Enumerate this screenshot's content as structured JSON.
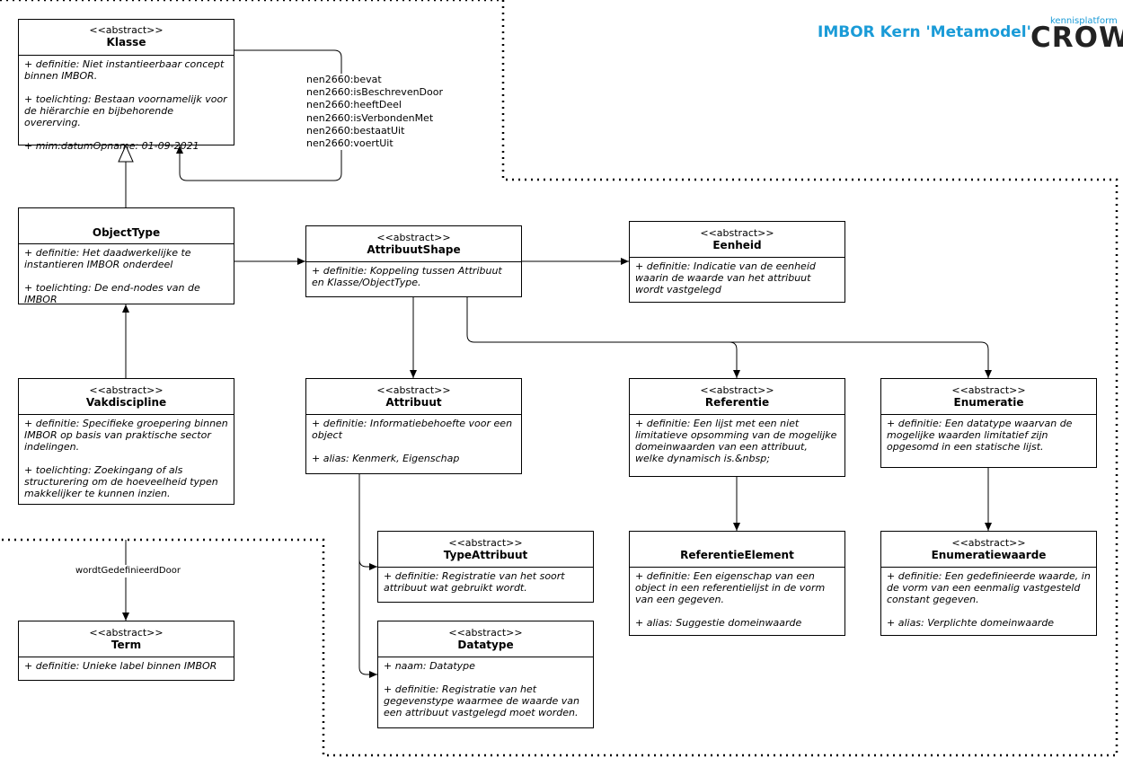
{
  "header": {
    "title": "IMBOR Kern 'Metamodel'",
    "logo_top": "kennisplatform",
    "logo_main": "CROW",
    "accent_color": "#1a9bd7"
  },
  "classes": {
    "klasse": {
      "stereotype": "<<abstract>>",
      "name": "Klasse",
      "attributes": [
        "+ definitie: Niet instantieerbaar concept binnen IMBOR.",
        "+ toelichting: Bestaan voornamelijk voor de hiërarchie en bijbehorende overerving.",
        "+ mim:datumOpname: 01-09-2021"
      ]
    },
    "objecttype": {
      "stereotype": "",
      "name": "ObjectType",
      "attributes": [
        "+ definitie: Het daadwerkelijke te instantieren IMBOR onderdeel",
        "+ toelichting: De end-nodes van de IMBOR"
      ]
    },
    "vakdiscipline": {
      "stereotype": "<<abstract>>",
      "name": "Vakdiscipline",
      "attributes": [
        "+ definitie: Specifieke groepering binnen IMBOR op basis van praktische sector indelingen.",
        "+ toelichting: Zoekingang of als structurering om de hoeveelheid typen makkelijker te kunnen inzien."
      ]
    },
    "term": {
      "stereotype": "<<abstract>>",
      "name": "Term",
      "attributes": [
        "+ definitie: Unieke label binnen IMBOR"
      ]
    },
    "attribuutshape": {
      "stereotype": "<<abstract>>",
      "name": "AttribuutShape",
      "attributes": [
        "+ definitie: Koppeling tussen Attribuut en Klasse/ObjectType."
      ]
    },
    "eenheid": {
      "stereotype": "<<abstract>>",
      "name": "Eenheid",
      "attributes": [
        "+ definitie: Indicatie van de eenheid waarin de waarde van het attribuut wordt vastgelegd"
      ]
    },
    "attribuut": {
      "stereotype": "<<abstract>>",
      "name": "Attribuut",
      "attributes": [
        "+ definitie: Informatiebehoefte voor een object",
        "+ alias: Kenmerk, Eigenschap"
      ]
    },
    "referentie": {
      "stereotype": "<<abstract>>",
      "name": "Referentie",
      "attributes": [
        "+ definitie: Een lijst met een niet limitatieve opsomming van de mogelijke domeinwaarden van een attribuut, welke dynamisch is.&nbsp;"
      ]
    },
    "enumeratie": {
      "stereotype": "<<abstract>>",
      "name": "Enumeratie",
      "attributes": [
        "+ definitie: Een datatype waarvan de mogelijke waarden limitatief zijn opgesomd in een statische lijst."
      ]
    },
    "typeattribuut": {
      "stereotype": "<<abstract>>",
      "name": "TypeAttribuut",
      "attributes": [
        "+ definitie: Registratie van het soort attribuut wat gebruikt wordt."
      ]
    },
    "datatype": {
      "stereotype": "<<abstract>>",
      "name": "Datatype",
      "attributes": [
        "+ naam: Datatype",
        "+ definitie: Registratie van het gegevenstype waarmee de waarde van een attribuut vastgelegd moet worden."
      ]
    },
    "referentieelement": {
      "stereotype": "",
      "name": "ReferentieElement",
      "attributes": [
        "+ definitie: Een eigenschap van een object in een referentielijst in de vorm van een gegeven.",
        "+ alias: Suggestie domeinwaarde"
      ]
    },
    "enumeratiewaarde": {
      "stereotype": "<<abstract>>",
      "name": "Enumeratiewaarde",
      "attributes": [
        "+ definitie: Een gedefinieerde waarde, in de vorm van een eenmalig vastgesteld constant gegeven.",
        "+ alias: Verplichte domeinwaarde"
      ]
    }
  },
  "relations": {
    "self_loop_labels": [
      "nen2660:bevat",
      "nen2660:isBeschrevenDoor",
      "nen2660:heeftDeel",
      "nen2660:isVerbondenMet",
      "nen2660:bestaatUit",
      "nen2660:voertUit"
    ],
    "term_label": "wordtGedefinieerdDoor"
  }
}
